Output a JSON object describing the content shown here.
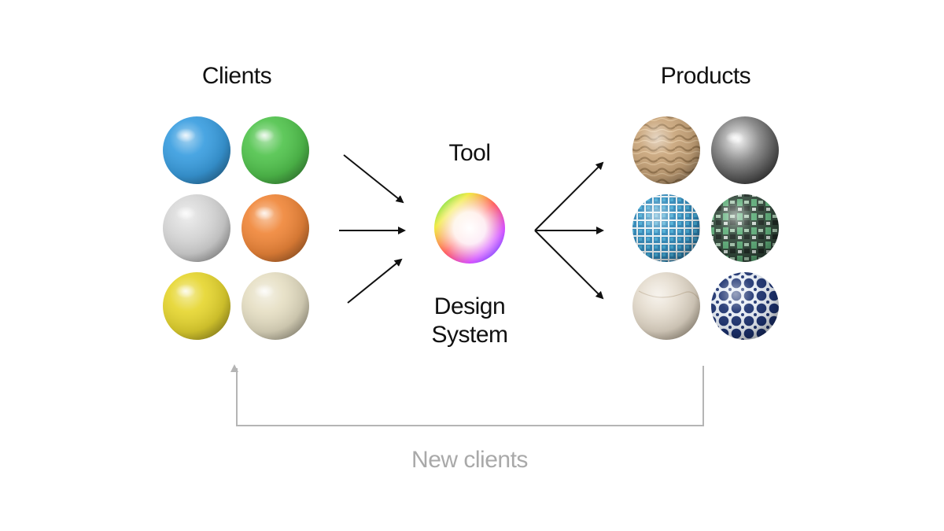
{
  "labels": {
    "clients": "Clients",
    "products": "Products",
    "tool": "Tool",
    "design_system_line1": "Design",
    "design_system_line2": "System",
    "new_clients": "New clients"
  },
  "clients": [
    {
      "name": "client-sphere-blue",
      "color": "#3a9ee0"
    },
    {
      "name": "client-sphere-green",
      "color": "#52c44e"
    },
    {
      "name": "client-sphere-white",
      "color": "#d8d8d8"
    },
    {
      "name": "client-sphere-orange",
      "color": "#f0873a"
    },
    {
      "name": "client-sphere-yellow",
      "color": "#e6d630"
    },
    {
      "name": "client-sphere-ivory",
      "color": "#e6dfc4"
    }
  ],
  "products": [
    {
      "name": "product-sphere-sand",
      "material": "sand"
    },
    {
      "name": "product-sphere-metal",
      "material": "metal"
    },
    {
      "name": "product-sphere-blue-tiles",
      "material": "blue-tiles"
    },
    {
      "name": "product-sphere-circuit",
      "material": "circuit"
    },
    {
      "name": "product-sphere-marble",
      "material": "marble"
    },
    {
      "name": "product-sphere-navy-pattern",
      "material": "navy-pattern"
    }
  ],
  "colors": {
    "arrow": "#111111",
    "feedback_line": "#b5b5b5",
    "new_clients_text": "#a9a9a9"
  }
}
